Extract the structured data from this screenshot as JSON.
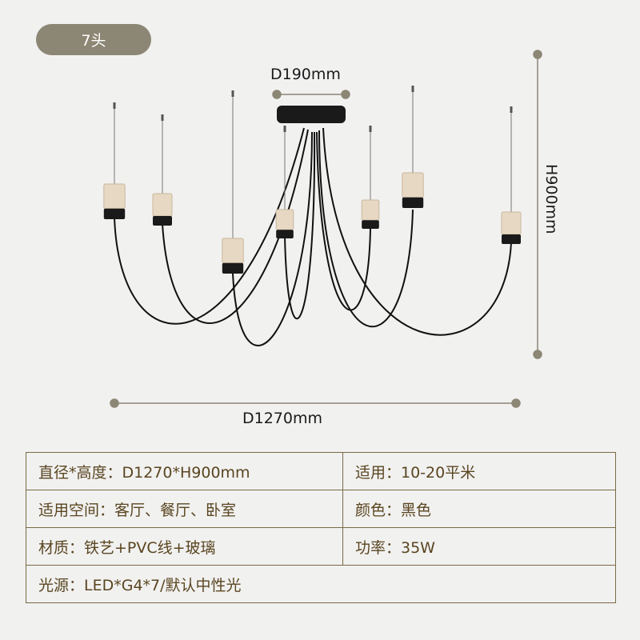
{
  "badge": {
    "label": "7头"
  },
  "dimensions": {
    "canopy": "D190mm",
    "span": "D1270mm",
    "height": "H900mm"
  },
  "specs": [
    [
      "直径*高度：D1270*H900mm",
      "适用：10-20平米"
    ],
    [
      "适用空间：客厅、餐厅、卧室",
      "颜色：黑色"
    ],
    [
      "材质：铁艺+PVC线+玻璃",
      "功率：35W"
    ],
    [
      "光源：LED*G4*7/默认中性光"
    ]
  ],
  "colors": {
    "badge": "#8c8674",
    "border": "#7a6a45",
    "text": "#5a4520",
    "dim_marker": "#8c8674"
  }
}
